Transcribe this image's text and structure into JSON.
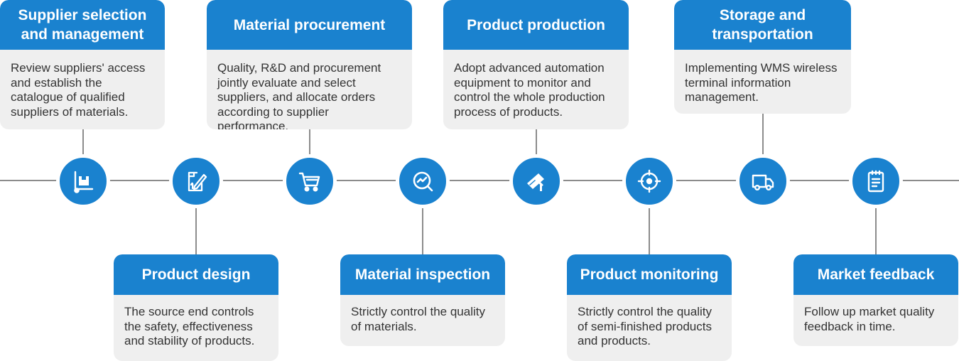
{
  "colors": {
    "accent": "#1a82cf",
    "card_bg": "#efefef",
    "line": "#8c8c8c"
  },
  "steps": [
    {
      "title": "Supplier selection and management",
      "text": "Review suppliers' access and establish the catalogue of qualified suppliers of materials.",
      "icon": "hand-truck-box-icon"
    },
    {
      "title": "Product design",
      "text": "The source end controls the safety, effectiveness and stability of products.",
      "icon": "design-document-pen-icon"
    },
    {
      "title": "Material procurement",
      "text": "Quality, R&D and procurement jointly evaluate and select suppliers, and allocate orders according to supplier performance.",
      "icon": "shopping-cart-icon"
    },
    {
      "title": "Material inspection",
      "text": "Strictly control the quality of materials.",
      "icon": "magnifier-trend-icon"
    },
    {
      "title": "Product production",
      "text": "Adopt advanced automation equipment to monitor and control the whole production process of products.",
      "icon": "surveillance-camera-icon"
    },
    {
      "title": "Product monitoring",
      "text": "Strictly control the quality of semi-finished products and products.",
      "icon": "crosshair-target-icon"
    },
    {
      "title": "Storage and transportation",
      "text": "Implementing WMS wireless terminal information management.",
      "icon": "delivery-truck-icon"
    },
    {
      "title": "Market feedback",
      "text": "Follow up market quality feedback in time.",
      "icon": "clipboard-list-icon"
    }
  ]
}
